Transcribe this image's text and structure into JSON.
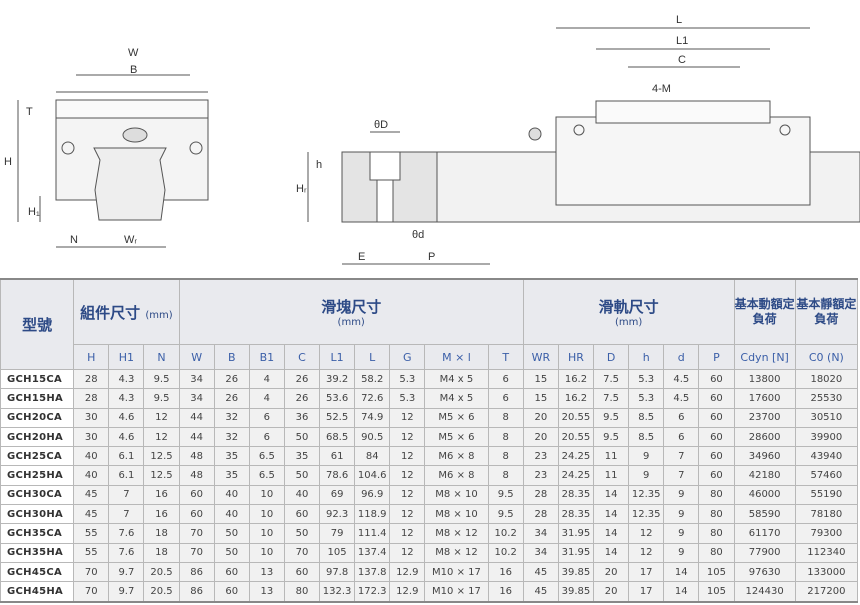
{
  "drawings": {
    "front": {
      "W": "W",
      "B": "B",
      "T": "T",
      "H": "H",
      "H1": "H₁",
      "N": "N",
      "WR": "Wᵣ"
    },
    "side": {
      "L": "L",
      "L1": "L1",
      "C": "C",
      "M": "4-M",
      "D": "θD",
      "h": "h",
      "HR": "Hᵣ",
      "d": "θd",
      "E": "E",
      "P": "P"
    }
  },
  "table": {
    "model_header": "型號",
    "groups": [
      {
        "title": "組件尺寸",
        "unit": "(mm)"
      },
      {
        "title": "滑塊尺寸",
        "unit": "(mm)"
      },
      {
        "title": "滑軌尺寸",
        "unit": "(mm)"
      },
      {
        "title": "基本動額定負荷"
      },
      {
        "title": "基本靜額定負荷"
      }
    ],
    "columns": [
      "H",
      "H1",
      "N",
      "W",
      "B",
      "B1",
      "C",
      "L1",
      "L",
      "G",
      "M × l",
      "T",
      "WR",
      "HR",
      "D",
      "h",
      "d",
      "P",
      "Cdyn [N]",
      "C0 (N)"
    ],
    "rows": [
      [
        "GCH15CA",
        "28",
        "4.3",
        "9.5",
        "34",
        "26",
        "4",
        "26",
        "39.2",
        "58.2",
        "5.3",
        "M4 x 5",
        "6",
        "15",
        "16.2",
        "7.5",
        "5.3",
        "4.5",
        "60",
        "13800",
        "18020"
      ],
      [
        "GCH15HA",
        "28",
        "4.3",
        "9.5",
        "34",
        "26",
        "4",
        "26",
        "53.6",
        "72.6",
        "5.3",
        "M4 x 5",
        "6",
        "15",
        "16.2",
        "7.5",
        "5.3",
        "4.5",
        "60",
        "17600",
        "25530"
      ],
      [
        "GCH20CA",
        "30",
        "4.6",
        "12",
        "44",
        "32",
        "6",
        "36",
        "52.5",
        "74.9",
        "12",
        "M5 × 6",
        "8",
        "20",
        "20.55",
        "9.5",
        "8.5",
        "6",
        "60",
        "23700",
        "30510"
      ],
      [
        "GCH20HA",
        "30",
        "4.6",
        "12",
        "44",
        "32",
        "6",
        "50",
        "68.5",
        "90.5",
        "12",
        "M5 × 6",
        "8",
        "20",
        "20.55",
        "9.5",
        "8.5",
        "6",
        "60",
        "28600",
        "39900"
      ],
      [
        "GCH25CA",
        "40",
        "6.1",
        "12.5",
        "48",
        "35",
        "6.5",
        "35",
        "61",
        "84",
        "12",
        "M6 × 8",
        "8",
        "23",
        "24.25",
        "11",
        "9",
        "7",
        "60",
        "34960",
        "43940"
      ],
      [
        "GCH25HA",
        "40",
        "6.1",
        "12.5",
        "48",
        "35",
        "6.5",
        "50",
        "78.6",
        "104.6",
        "12",
        "M6 × 8",
        "8",
        "23",
        "24.25",
        "11",
        "9",
        "7",
        "60",
        "42180",
        "57460"
      ],
      [
        "GCH30CA",
        "45",
        "7",
        "16",
        "60",
        "40",
        "10",
        "40",
        "69",
        "96.9",
        "12",
        "M8 × 10",
        "9.5",
        "28",
        "28.35",
        "14",
        "12.35",
        "9",
        "80",
        "46000",
        "55190"
      ],
      [
        "GCH30HA",
        "45",
        "7",
        "16",
        "60",
        "40",
        "10",
        "60",
        "92.3",
        "118.9",
        "12",
        "M8 × 10",
        "9.5",
        "28",
        "28.35",
        "14",
        "12.35",
        "9",
        "80",
        "58590",
        "78180"
      ],
      [
        "GCH35CA",
        "55",
        "7.6",
        "18",
        "70",
        "50",
        "10",
        "50",
        "79",
        "111.4",
        "12",
        "M8 × 12",
        "10.2",
        "34",
        "31.95",
        "14",
        "12",
        "9",
        "80",
        "61170",
        "79300"
      ],
      [
        "GCH35HA",
        "55",
        "7.6",
        "18",
        "70",
        "50",
        "10",
        "70",
        "105",
        "137.4",
        "12",
        "M8 × 12",
        "10.2",
        "34",
        "31.95",
        "14",
        "12",
        "9",
        "80",
        "77900",
        "112340"
      ],
      [
        "GCH45CA",
        "70",
        "9.7",
        "20.5",
        "86",
        "60",
        "13",
        "60",
        "97.8",
        "137.8",
        "12.9",
        "M10 × 17",
        "16",
        "45",
        "39.85",
        "20",
        "17",
        "14",
        "105",
        "97630",
        "133000"
      ],
      [
        "GCH45HA",
        "70",
        "9.7",
        "20.5",
        "86",
        "60",
        "13",
        "80",
        "132.3",
        "172.3",
        "12.9",
        "M10 × 17",
        "16",
        "45",
        "39.85",
        "20",
        "17",
        "14",
        "105",
        "124430",
        "217200"
      ]
    ]
  }
}
